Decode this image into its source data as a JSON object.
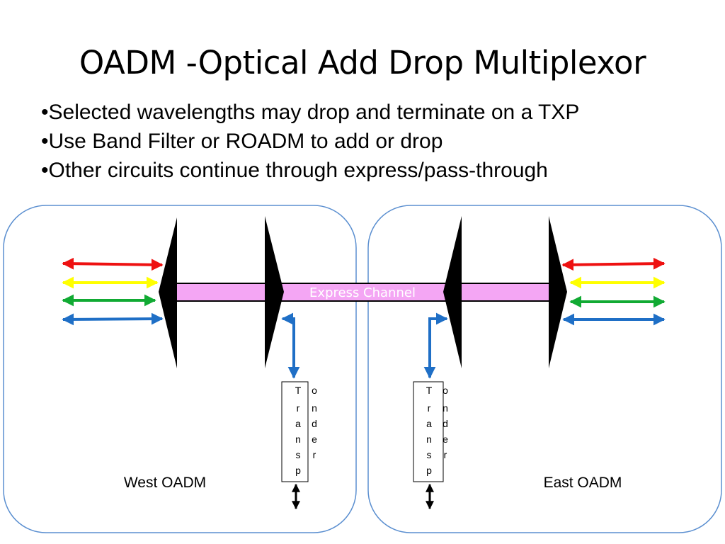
{
  "slide": {
    "title": "OADM -Optical Add Drop Multiplexor",
    "bullets": [
      "•Selected wavelengths may drop and terminate on a TXP",
      "•Use Band Filter or ROADM to add or drop",
      "•Other circuits continue through express/pass-through"
    ]
  },
  "diagram": {
    "express_channel_label": "Express Channel",
    "west_label": "West OADM",
    "east_label": "East OADM",
    "transponder_col1": [
      "T",
      "r",
      "a",
      "n",
      "s",
      "p"
    ],
    "transponder_col2": [
      "o",
      "n",
      "d",
      "e",
      "r"
    ],
    "colors": {
      "red": "#ee1111",
      "yellow": "#ffff00",
      "green": "#11aa33",
      "blue": "#1f6fc6",
      "express": "#f4a6f4",
      "container_border": "#5b8fd0"
    }
  }
}
